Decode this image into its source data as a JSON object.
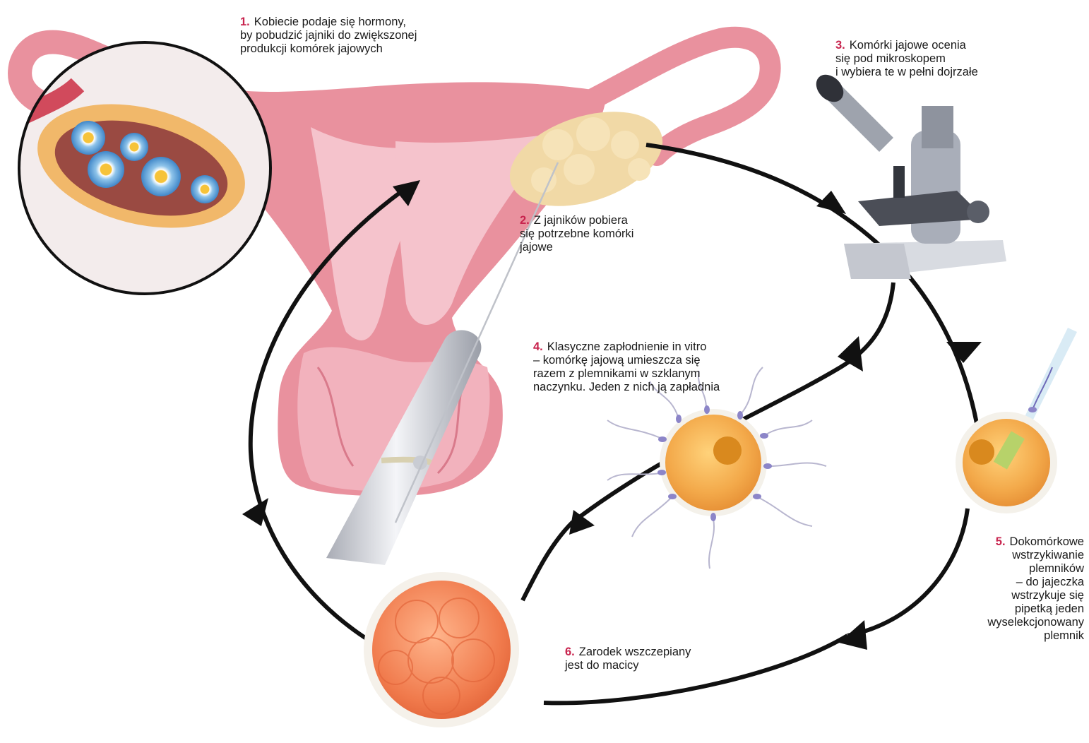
{
  "steps": [
    {
      "num": "1.",
      "lines": [
        "Kobiecie podaje się hormony,",
        "by pobudzić jajniki do zwiększonej",
        "produkcji komórek jajowych"
      ]
    },
    {
      "num": "2.",
      "lines": [
        "Z jajników pobiera",
        "się potrzebne komórki",
        "jajowe"
      ]
    },
    {
      "num": "3.",
      "lines": [
        "Komórki jajowe ocenia",
        "się pod mikroskopem",
        "i wybiera te w pełni dojrzałe"
      ]
    },
    {
      "num": "4.",
      "lines": [
        "Klasyczne zapłodnienie in vitro",
        "– komórkę jajową umieszcza się",
        "razem z plemnikami w szklanym",
        "naczynku. Jeden z nich ją zapładnia"
      ]
    },
    {
      "num": "5.",
      "lines": [
        "Dokomórkowe",
        "wstrzykiwanie",
        "plemników",
        "– do jajeczka",
        "wstrzykuje się",
        "pipetką jeden",
        "wyselekcjonowany",
        "plemnik"
      ]
    },
    {
      "num": "6.",
      "lines": [
        "Zarodek wszczepiany",
        "jest do macicy"
      ]
    }
  ],
  "colors": {
    "accent": "#c8244e",
    "uterus": "#e9919e",
    "ovary": "#f1d9a6",
    "arrow": "#111111"
  },
  "icons": [
    "uterus-illustration",
    "ovary-zoom-circle",
    "ovary-illustration",
    "microscope-icon",
    "egg-with-sperm-illustration",
    "icsi-egg-pipette-illustration",
    "embryo-illustration",
    "ultrasound-probe-illustration"
  ]
}
